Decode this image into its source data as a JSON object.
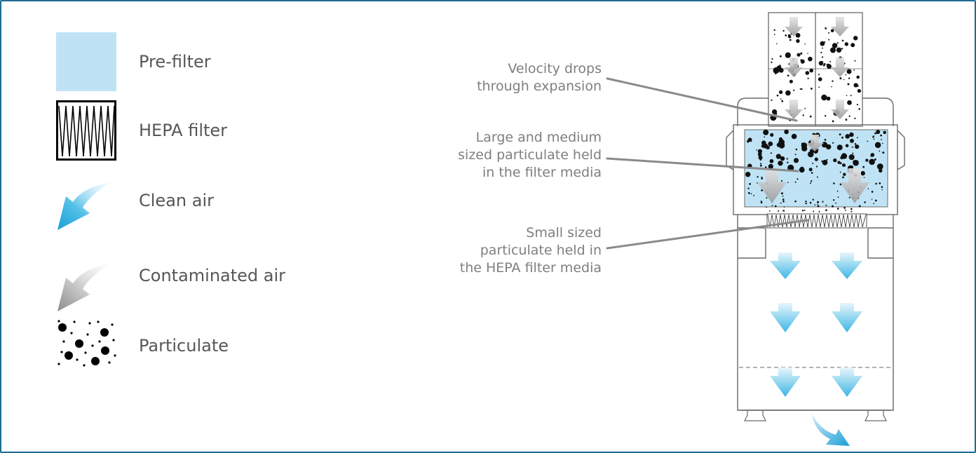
{
  "legend": [
    {
      "key": "pre_filter",
      "label": "Pre-filter",
      "icon": "pre-filter-swatch-icon",
      "color": "#bfe3f5"
    },
    {
      "key": "hepa_filter",
      "label": "HEPA filter",
      "icon": "hepa-filter-zigzag-icon"
    },
    {
      "key": "clean_air",
      "label": "Clean air",
      "icon": "clean-air-arrow-icon",
      "color": "#2aa6d8"
    },
    {
      "key": "contaminated_air",
      "label": "Contaminated air",
      "icon": "contaminated-air-arrow-icon",
      "color": "#b0b0b0"
    },
    {
      "key": "particulate",
      "label": "Particulate",
      "icon": "particulate-dots-icon"
    }
  ],
  "callouts": {
    "velocity": [
      "Velocity drops",
      "through expansion"
    ],
    "large_medium": [
      "Large and medium",
      "sized particulate held",
      "in the filter media"
    ],
    "small": [
      "Small sized",
      "particulate held in",
      "the HEPA filter media"
    ]
  },
  "colors": {
    "frame": "#1f6d93",
    "prefilter": "#bfe3f5",
    "clean_arrow": "#4fc0e8",
    "dirty_arrow": "#a9a9a9",
    "callout_text": "#7f7f7f",
    "leader_line": "#8a8a8a"
  }
}
